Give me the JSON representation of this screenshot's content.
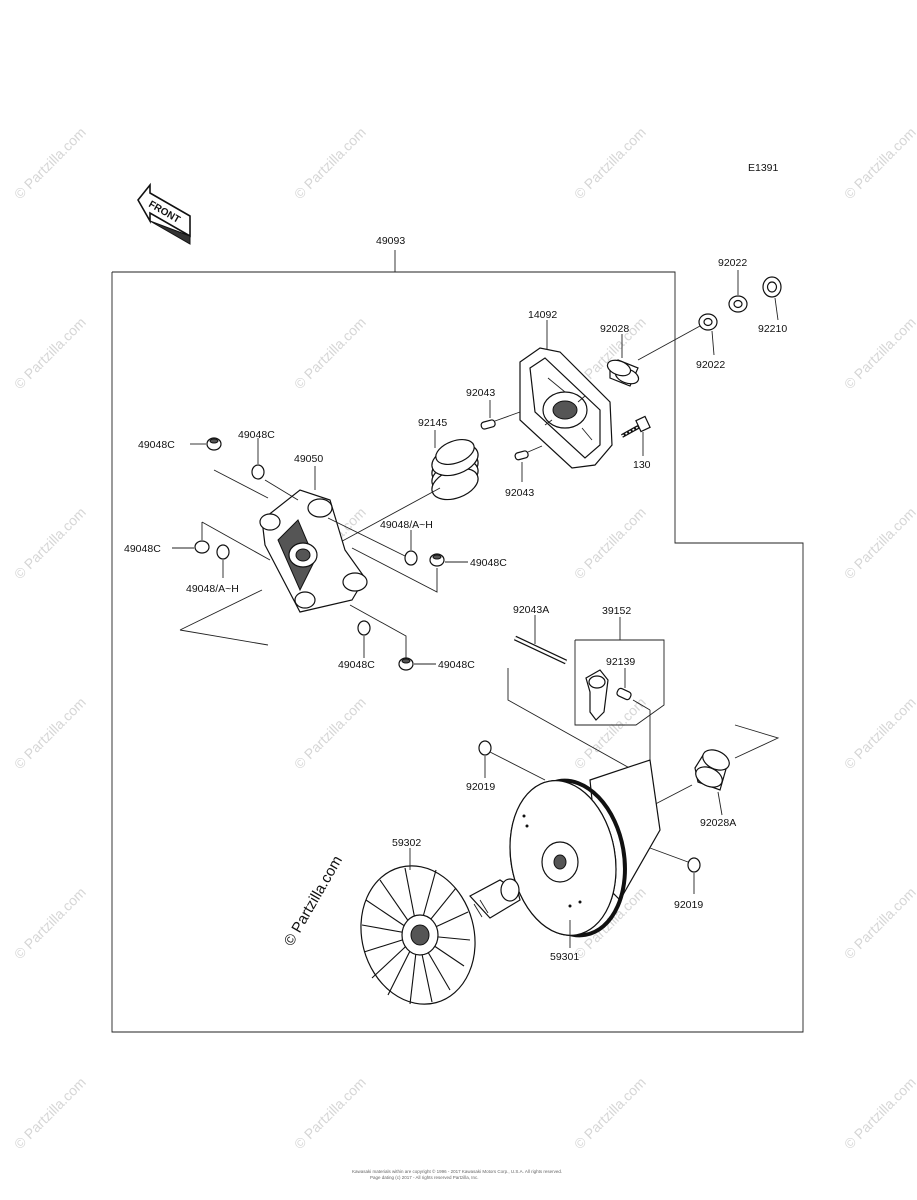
{
  "diagram_code": "E1391",
  "front_label": "FRONT",
  "watermark": "© Partzilla.com",
  "footer": {
    "line1": "Kawasaki materials within are copyright © 1996 - 2017 Kawasaki Motors Corp., U.S.A. All rights reserved.",
    "line2": "Page dating (c) 2017 - All rights reserved Partzilla, Inc."
  },
  "parts": {
    "p49093": "49093",
    "p92022_a": "92022",
    "p92022_b": "92022",
    "p92210": "92210",
    "p14092": "14092",
    "p92028": "92028",
    "p92043_a": "92043",
    "p92043_b": "92043",
    "p130": "130",
    "p92145": "92145",
    "p49048C_1": "49048C",
    "p49048C_2": "49048C",
    "p49050": "49050",
    "p49048AH_1": "49048/A~H",
    "p49048C_3": "49048C",
    "p49048C_4": "49048C",
    "p49048AH_2": "49048/A~H",
    "p49048C_5": "49048C",
    "p49048C_6": "49048C",
    "p92043A": "92043A",
    "p39152": "39152",
    "p92139": "92139",
    "p92019_a": "92019",
    "p92028A": "92028A",
    "p59302": "59302",
    "p92019_b": "92019",
    "p59301": "59301"
  }
}
